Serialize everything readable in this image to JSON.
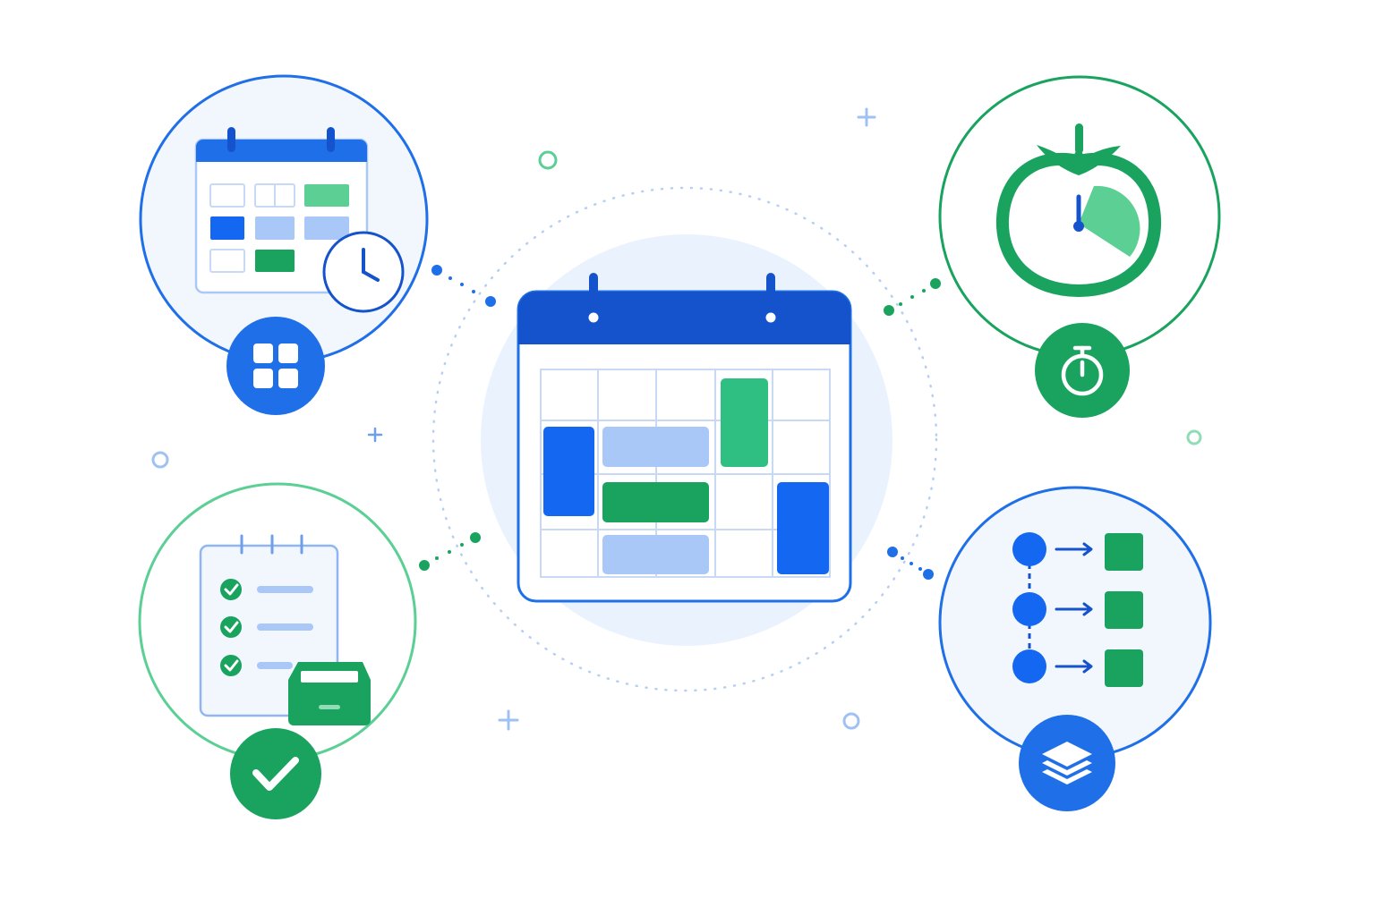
{
  "colors": {
    "blue": "#1f6fe8",
    "blue_dark": "#1553cc",
    "blue_light": "#a9c7f7",
    "blue_pale": "#eef5fd",
    "green": "#19a35f",
    "green_mid": "#2fbf83",
    "green_light": "#5ccf95",
    "green_pale": "#f1fbf6",
    "dot_blue": "#9fc2f3",
    "line_light": "#c7d9f5"
  },
  "central": {
    "icon": "calendar-icon",
    "grid_rows": 4,
    "grid_cols": 5
  },
  "satellites": [
    {
      "id": "time-blocking",
      "icon": "calendar-clock-icon",
      "badge_icon": "grid-icon",
      "accent": "blue"
    },
    {
      "id": "pomodoro",
      "icon": "tomato-timer-icon",
      "badge_icon": "stopwatch-icon",
      "accent": "green"
    },
    {
      "id": "task-inbox",
      "icon": "checklist-inbox-icon",
      "badge_icon": "checkmark-icon",
      "accent": "green"
    },
    {
      "id": "workflow",
      "icon": "flow-diagram-icon",
      "badge_icon": "layers-icon",
      "accent": "blue"
    }
  ]
}
